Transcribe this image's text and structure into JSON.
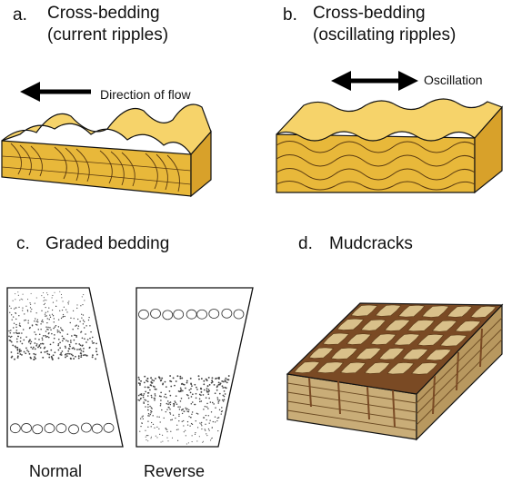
{
  "panel_a": {
    "letter": "a.",
    "title_line1": "Cross-bedding",
    "title_line2": "(current ripples)",
    "arrow_label": "Direction of flow"
  },
  "panel_b": {
    "letter": "b.",
    "title_line1": "Cross-bedding",
    "title_line2": "(oscillating ripples)",
    "arrow_label": "Oscillation"
  },
  "panel_c": {
    "letter": "c.",
    "title": "Graded bedding",
    "left_caption": "Normal",
    "right_caption": "Reverse"
  },
  "panel_d": {
    "letter": "d.",
    "title": "Mudcracks"
  },
  "colors": {
    "sand_top": "#f6d36a",
    "sand_front": "#e8b83a",
    "sand_side": "#d8a12a",
    "mud_top": "#d9c08a",
    "mud_crack": "#7a4a24",
    "mud_front": "#c9ad78",
    "outline": "#111111"
  }
}
